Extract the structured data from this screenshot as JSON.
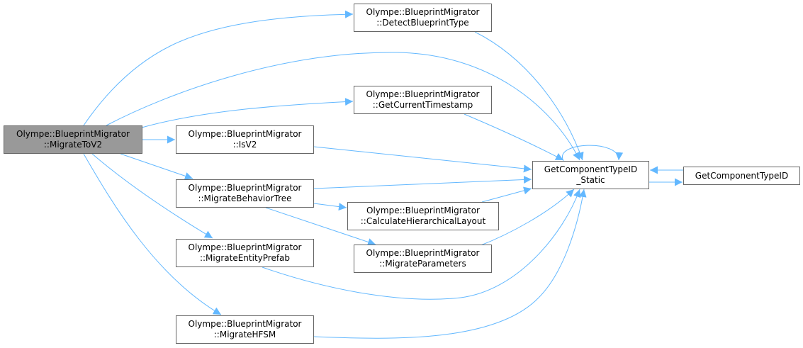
{
  "colors": {
    "edge": "#63b8ff",
    "root_fill": "#999999",
    "node_border": "#666666"
  },
  "nodes": {
    "root": {
      "line1": "Olympe::BlueprintMigrator",
      "line2": "::MigrateToV2"
    },
    "detect": {
      "line1": "Olympe::BlueprintMigrator",
      "line2": "::DetectBlueprintType"
    },
    "timestamp": {
      "line1": "Olympe::BlueprintMigrator",
      "line2": "::GetCurrentTimestamp"
    },
    "isv2": {
      "line1": "Olympe::BlueprintMigrator",
      "line2": "::IsV2"
    },
    "behavior": {
      "line1": "Olympe::BlueprintMigrator",
      "line2": "::MigrateBehaviorTree"
    },
    "layout": {
      "line1": "Olympe::BlueprintMigrator",
      "line2": "::CalculateHierarchicalLayout"
    },
    "params": {
      "line1": "Olympe::BlueprintMigrator",
      "line2": "::MigrateParameters"
    },
    "prefab": {
      "line1": "Olympe::BlueprintMigrator",
      "line2": "::MigrateEntityPrefab"
    },
    "hfsm": {
      "line1": "Olympe::BlueprintMigrator",
      "line2": "::MigrateHFSM"
    },
    "static": {
      "line1": "GetComponentTypeID",
      "line2": "_Static"
    },
    "gctid": {
      "line1": "GetComponentTypeID"
    }
  }
}
